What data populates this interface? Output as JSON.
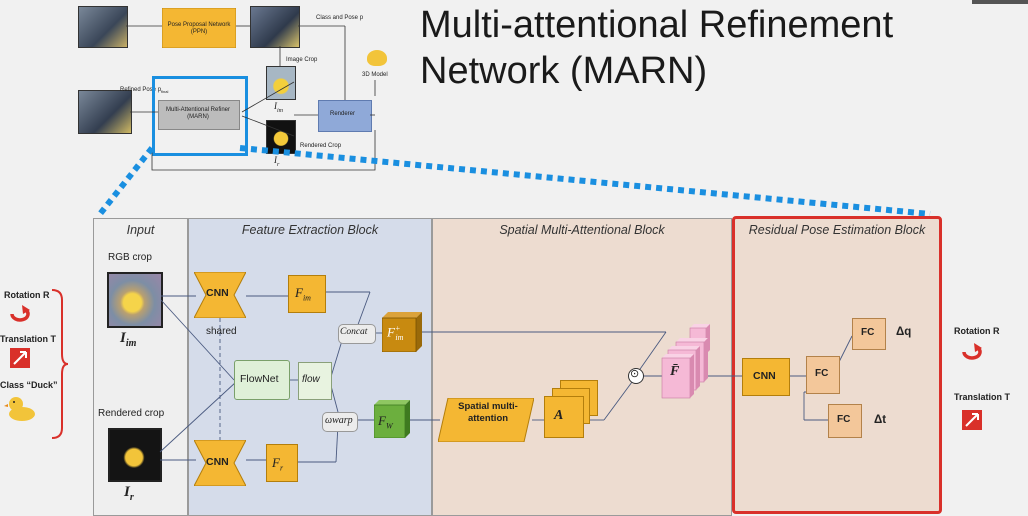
{
  "slide": {
    "title_line1": "Multi-attentional Refinement",
    "title_line2": "Network (MARN)"
  },
  "overview": {
    "ppn_label": "Pose Proposal Network (PPN)",
    "class_pose_label": "Class and Pose p",
    "image_crop_label": "Image Crop",
    "model_label": "3D Model",
    "refined_pose_label": "Refined Pose p",
    "refined_pose_sub": "final",
    "marn_label": "Multi-Attentional Refiner (MARN)",
    "renderer_label": "Renderer",
    "rendered_crop_label": "Rendered Crop",
    "i_im": "I",
    "i_im_sub": "im",
    "i_r": "I",
    "i_r_sub": "r"
  },
  "sidebar_left": {
    "rotation": "Rotation R",
    "translation": "Translation T",
    "class": "Class “Duck”"
  },
  "sidebar_right": {
    "rotation": "Rotation R",
    "translation": "Translation T"
  },
  "panels": {
    "input": "Input",
    "feature": "Feature Extraction Block",
    "spatial": "Spatial Multi-Attentional Block",
    "residual": "Residual Pose Estimation Block"
  },
  "input": {
    "rgb_label": "RGB crop",
    "rgb_symbol": "I",
    "rgb_sub": "im",
    "rendered_label": "Rendered crop",
    "rendered_symbol": "I",
    "rendered_sub": "r"
  },
  "feature": {
    "cnn_top": "CNN",
    "cnn_bottom": "CNN",
    "shared": "shared",
    "flownet": "FlowNet",
    "flow": "flow",
    "concat": "Concat",
    "warp": "warp",
    "f_im": "F",
    "f_im_sub": "im",
    "f_r": "F",
    "f_r_sub": "r",
    "f_w": "F",
    "f_w_sub": "W",
    "f_im_plus": "F",
    "f_im_plus_sup": "+",
    "f_im_plus_sub": "im"
  },
  "spatial": {
    "sma_label": "Spatial multi-attention",
    "a_symbol": "A",
    "odot": "⊙",
    "f_bar": "F̄"
  },
  "residual": {
    "cnn": "CNN",
    "fc_main": "FC",
    "fc_top": "FC",
    "fc_bottom": "FC",
    "dq": "Δq",
    "dt": "Δt"
  },
  "colors": {
    "feature_bg": "#d5dcea",
    "spatial_bg": "#eddcd0",
    "residual_border": "#d9302a",
    "block_yellow": "#f4b733",
    "fc_orange": "#f3c79a",
    "cube_pink": "#f5b9d6",
    "cube_green": "#6caf3e",
    "cube_brown": "#c88a10",
    "overview_highlight": "#1a8fe0",
    "arrow_red": "#d9302a"
  },
  "icons": [
    "rotation-arrow-icon",
    "translation-arrows-icon",
    "duck-icon"
  ]
}
